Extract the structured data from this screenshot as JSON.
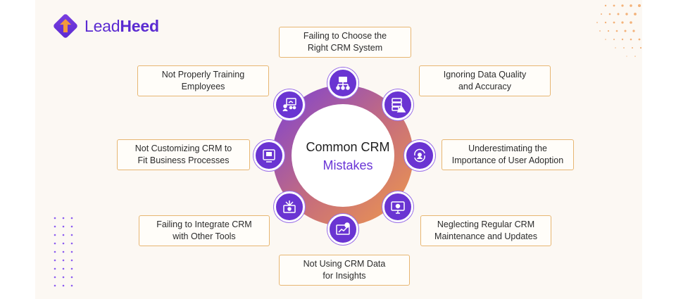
{
  "brand": {
    "name_part1": "Lead",
    "name_part2": "Heed"
  },
  "center": {
    "title": "Common CRM",
    "subtitle": "Mistakes"
  },
  "mistakes": [
    {
      "label": "Failing to Choose the Right CRM System",
      "line1": "Failing to Choose the",
      "line2": "Right CRM System",
      "icon": "org-chart-icon"
    },
    {
      "label": "Ignoring Data Quality and Accuracy",
      "line1": "Ignoring Data Quality",
      "line2": "and Accuracy",
      "icon": "server-warning-icon"
    },
    {
      "label": "Underestimating the Importance of User Adoption",
      "line1": "Underestimating the",
      "line2": "Importance of User Adoption",
      "icon": "user-cycle-icon"
    },
    {
      "label": "Neglecting Regular CRM Maintenance and Updates",
      "line1": "Neglecting Regular CRM",
      "line2": "Maintenance and Updates",
      "icon": "monitor-gear-icon"
    },
    {
      "label": "Not Using CRM Data for Insights",
      "line1": "Not Using CRM Data",
      "line2": "for Insights",
      "icon": "chart-insights-icon"
    },
    {
      "label": "Failing to Integrate CRM with Other Tools",
      "line1": "Failing to Integrate CRM",
      "line2": "with Other Tools",
      "icon": "integration-icon"
    },
    {
      "label": "Not Customizing CRM to Fit Business Processes",
      "line1": "Not Customizing CRM to",
      "line2": "Fit Business Processes",
      "icon": "custom-crm-icon"
    },
    {
      "label": "Not Properly Training Employees",
      "line1": "Not Properly Training",
      "line2": "Employees",
      "icon": "training-board-icon"
    }
  ],
  "colors": {
    "accent_purple": "#6a34d2",
    "ring_gradient_start": "#7a3fd8",
    "ring_gradient_end": "#f09a4a",
    "box_border": "#e7b672",
    "background": "#fcf8f3"
  }
}
